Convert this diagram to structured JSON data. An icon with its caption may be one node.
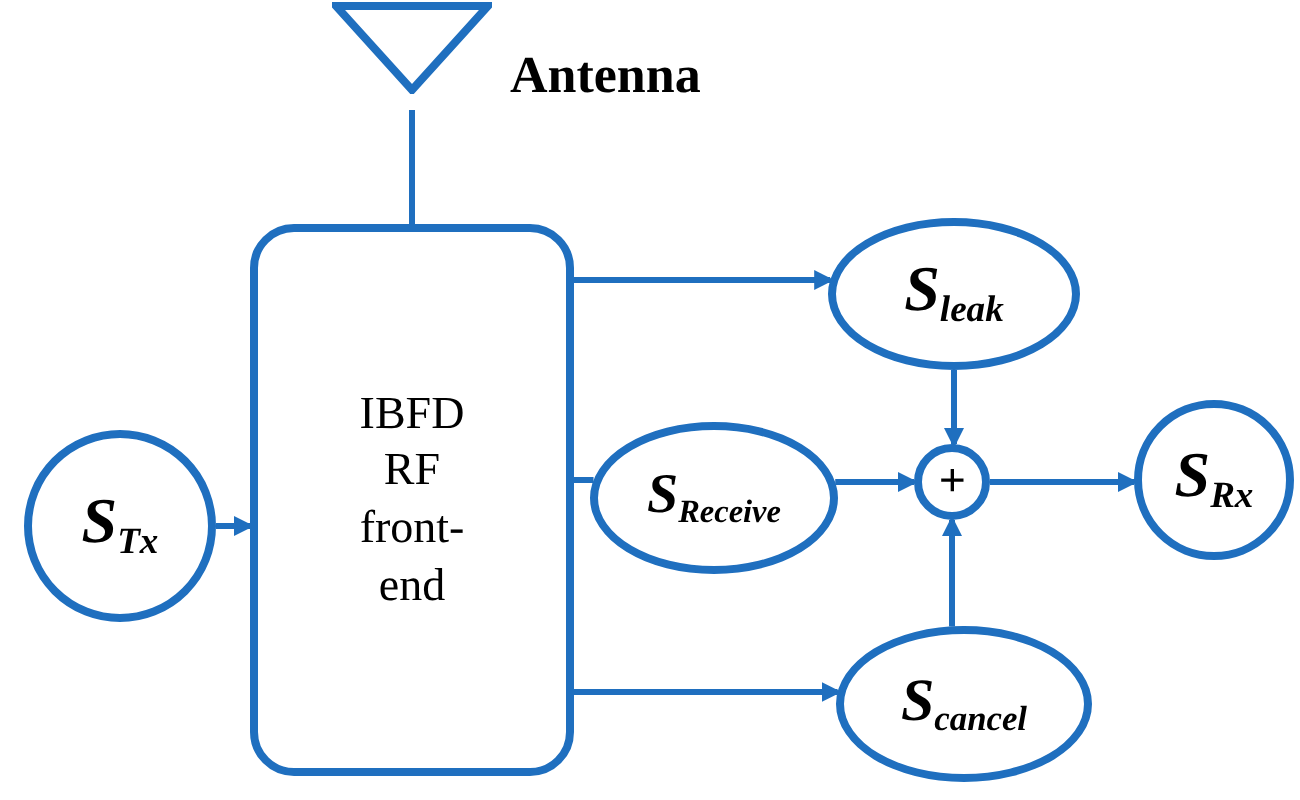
{
  "diagram": {
    "nodes": [
      {
        "text": [
          "Antenna"
        ]
      },
      {
        "text": [
          "S$_{Tx}$"
        ]
      },
      {
        "text": [
          "IBFD RF front-end"
        ]
      },
      {
        "text": [
          "S$_{leak}$"
        ]
      },
      {
        "text": [
          "S$_{Receive}$"
        ]
      },
      {
        "text": [
          "+"
        ]
      },
      {
        "text": [
          "S$_{cancel}$"
        ]
      },
      {
        "text": [
          "S$_{Rx}$"
        ]
      }
    ],
    "edges": [
      {
        "from": 1,
        "to": 2,
        "arrow": "to"
      },
      {
        "from": 0,
        "to": 2,
        "arrow": "none"
      },
      {
        "from": 2,
        "to": 3,
        "arrow": "to"
      },
      {
        "from": 2,
        "to": 4,
        "arrow": "none"
      },
      {
        "from": 2,
        "to": 6,
        "arrow": "to"
      },
      {
        "from": 3,
        "to": 5,
        "arrow": "to"
      },
      {
        "from": 4,
        "to": 5,
        "arrow": "to"
      },
      {
        "from": 6,
        "to": 5,
        "arrow": "to"
      },
      {
        "from": 5,
        "to": 7,
        "arrow": "to"
      }
    ]
  }
}
